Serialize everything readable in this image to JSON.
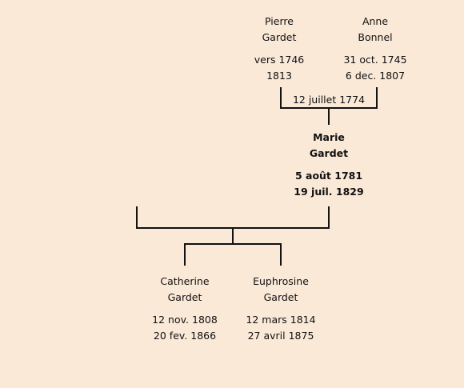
{
  "parents": {
    "father": {
      "first_name": "Pierre",
      "last_name": "Gardet",
      "birth": "vers 1746",
      "death": "1813"
    },
    "mother": {
      "first_name": "Anne",
      "last_name": "Bonnel",
      "birth": "31 oct. 1745",
      "death": "6 dec. 1807"
    },
    "marriage_date": "12 juillet 1774"
  },
  "subject": {
    "first_name": "Marie",
    "last_name": "Gardet",
    "birth": "5 août 1781",
    "death": "19 juil. 1829"
  },
  "children": [
    {
      "first_name": "Catherine",
      "last_name": "Gardet",
      "birth": "12 nov. 1808",
      "death": "20 fev. 1866"
    },
    {
      "first_name": "Euphrosine",
      "last_name": "Gardet",
      "birth": "12 mars 1814",
      "death": "27 avril 1875"
    }
  ],
  "colors": {
    "background": "#fbe9d8",
    "lines": "#111111"
  }
}
